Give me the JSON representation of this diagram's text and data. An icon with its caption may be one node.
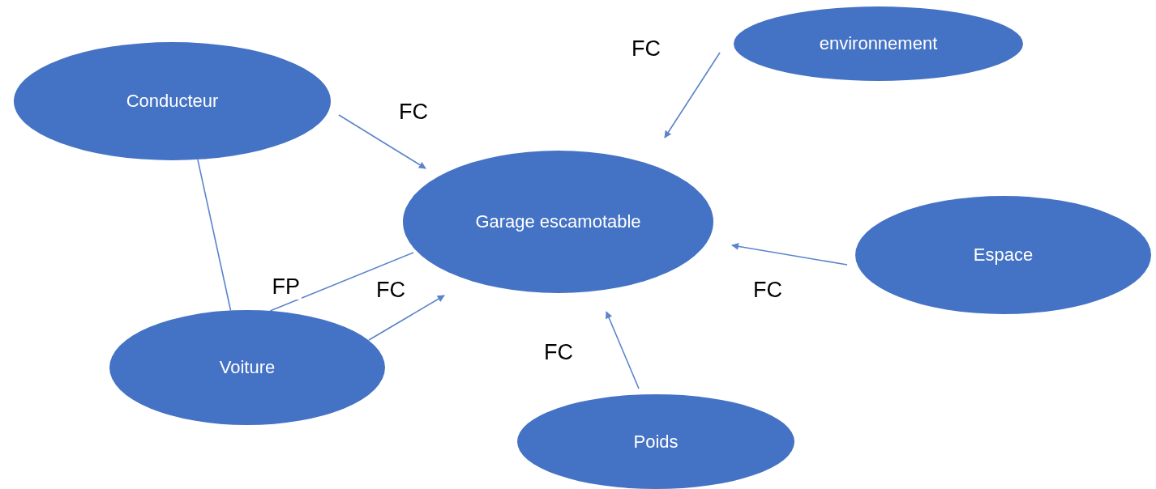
{
  "diagram": {
    "nodes": [
      {
        "text": [
          "Conducteur"
        ]
      },
      {
        "text": [
          "environnement"
        ]
      },
      {
        "text": [
          "Garage escamotable"
        ]
      },
      {
        "text": [
          "Espace"
        ]
      },
      {
        "text": [
          "Voiture"
        ]
      },
      {
        "text": [
          "Poids"
        ]
      }
    ],
    "edges": [
      {
        "from": 0,
        "to": 2,
        "arrow": "to",
        "label": "FC"
      },
      {
        "from": 1,
        "to": 2,
        "arrow": "to",
        "label": "FC"
      },
      {
        "from": 3,
        "to": 2,
        "arrow": "to",
        "label": "FC"
      },
      {
        "from": 5,
        "to": 2,
        "arrow": "to",
        "label": "FC"
      },
      {
        "from": 4,
        "to": 2,
        "arrow": "to",
        "label": "FC"
      },
      {
        "from": 4,
        "to": 2,
        "arrow": "none",
        "label": "FP"
      },
      {
        "from": 0,
        "to": 4,
        "arrow": "none"
      }
    ]
  }
}
